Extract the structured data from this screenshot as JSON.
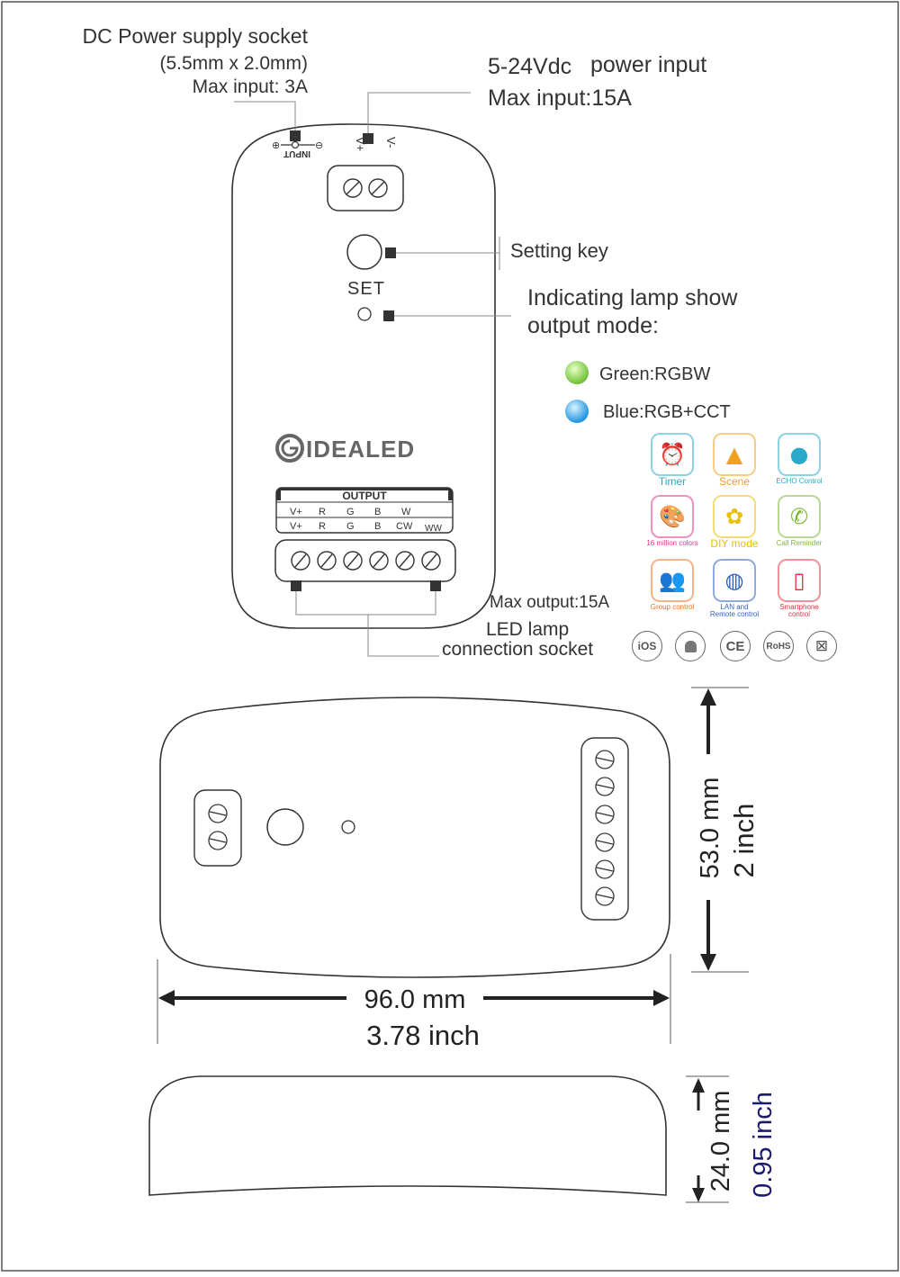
{
  "labels": {
    "dc_socket_title": "DC Power supply socket",
    "dc_socket_size": "(5.5mm x 2.0mm)",
    "dc_socket_max": "Max input: 3A",
    "power_input_voltage": "5-24Vdc",
    "power_input_text": "power input",
    "power_input_max": "Max input:15A",
    "setting_key": "Setting key",
    "indicator_line1": "Indicating lamp show",
    "indicator_line2": "output mode:",
    "mode_green": "Green:RGBW",
    "mode_blue": "Blue:RGB+CCT",
    "max_output": "Max output:15A",
    "led_socket_line1": "LED lamp",
    "led_socket_line2": "connection socket"
  },
  "device": {
    "brand": "IDEALED",
    "set_label": "SET",
    "input_label": "INPUT",
    "input_plus": "⊕",
    "input_minus": "⊖",
    "power_v_plus": "V+",
    "power_v_minus": "V-",
    "output_header": "OUTPUT",
    "output_row1": [
      "V+",
      "R",
      "G",
      "B",
      "W"
    ],
    "output_row2": [
      "V+",
      "R",
      "G",
      "B",
      "CW",
      "WW"
    ]
  },
  "dimensions": {
    "width_mm": "96.0 mm",
    "width_inch": "3.78 inch",
    "height_mm": "53.0 mm",
    "height_inch": "2 inch",
    "depth_mm": "24.0 mm",
    "depth_inch": "0.95 inch"
  },
  "features": [
    {
      "name": "timer-feature",
      "icon": "alarm-clock-icon",
      "label": "Timer",
      "color": "#2aaac8"
    },
    {
      "name": "scene-feature",
      "icon": "scene-icon",
      "label": "Scene",
      "color": "#f0a020"
    },
    {
      "name": "echo-feature",
      "icon": "echo-icon",
      "label": "ECHO Control",
      "color": "#2aaac8"
    },
    {
      "name": "colors-feature",
      "icon": "palette-icon",
      "label": "16 million colors",
      "color": "#e0308a"
    },
    {
      "name": "diy-feature",
      "icon": "film-reel-icon",
      "label": "DIY mode",
      "color": "#e8c000"
    },
    {
      "name": "call-feature",
      "icon": "phone-icon",
      "label": "Call Reminder",
      "color": "#7ab830"
    },
    {
      "name": "group-feature",
      "icon": "group-icon",
      "label": "Group control",
      "color": "#f07020"
    },
    {
      "name": "lan-feature",
      "icon": "globe-icon",
      "label": "LAN and Remote control",
      "color": "#3060c0"
    },
    {
      "name": "smartphone-feature",
      "icon": "smartphone-icon",
      "label": "Smartphone control",
      "color": "#e03040"
    }
  ],
  "certifications": [
    "iOS",
    "android-icon",
    "CE",
    "RoHS",
    "weee-bin-icon"
  ],
  "colors": {
    "line": "#333333",
    "green_led": "#8cd44a",
    "blue_led": "#3aaae8",
    "depth_inch_color": "#1a1a6e"
  }
}
